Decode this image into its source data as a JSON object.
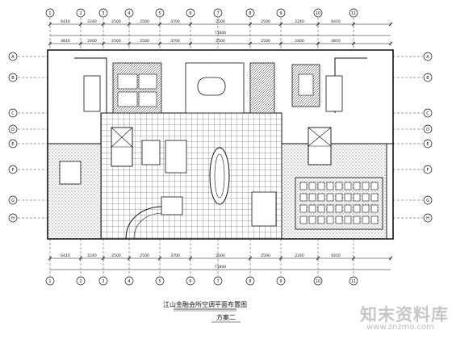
{
  "drawing": {
    "title": "江山金融会所空调平面布置图",
    "scheme": "方案二",
    "top_dims": {
      "outer": [
        "6410",
        "2240",
        "2500",
        "2500",
        "3700",
        "2500",
        "2500",
        "2240",
        "6410"
      ],
      "total": "71600",
      "inner": [
        "4810",
        "2400",
        "2500",
        "2500",
        "3700",
        "2500",
        "2500",
        "2400",
        "4810"
      ]
    },
    "bottom_dims": {
      "inner": [
        "6410",
        "2240",
        "2500",
        "2500",
        "3700",
        "2500",
        "2500",
        "2240",
        "6410"
      ],
      "total": "71600"
    },
    "grid_cols": [
      "1",
      "2",
      "3",
      "4",
      "5",
      "6",
      "7",
      "8",
      "9",
      "10",
      "11"
    ],
    "grid_rows": [
      "A",
      "B",
      "C",
      "D",
      "E",
      "F",
      "G",
      "H"
    ]
  },
  "watermark": {
    "logo": "知末资料库",
    "url": "www.znzmo.com"
  }
}
